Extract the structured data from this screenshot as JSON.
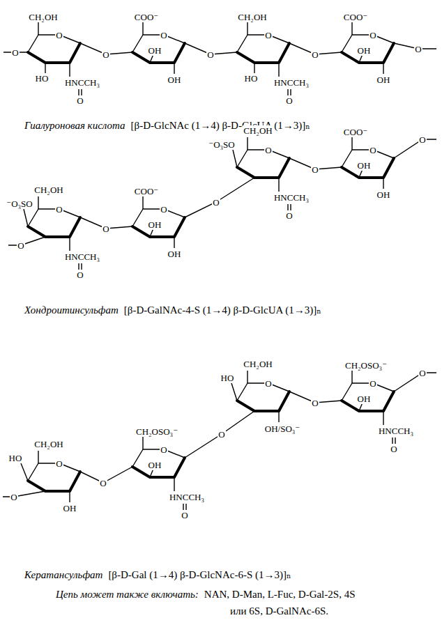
{
  "diagram": {
    "labels": [
      "CH₂OH",
      "O",
      "HO",
      "HNCCH₃",
      "O",
      "O",
      "O",
      "COO⁻",
      "O",
      "OH",
      "OH",
      "O",
      "CH₂OH",
      "O",
      "HO",
      "HNCCH₃",
      "O",
      "O",
      "COO⁻",
      "O",
      "OH",
      "OH",
      "O",
      "Гиалуроновая кислота",
      "[β-D-GlcNAc (1→4) β-D-GlcUA (1→3)]ₙ",
      "⁻O₃SO",
      "CH₂OH",
      "O",
      "O",
      "HNCCH₃",
      "O",
      "O",
      "COO⁻",
      "O",
      "OH",
      "OH",
      "O",
      "⁻O₃SO",
      "CH₂OH",
      "O",
      "HNCCH₃",
      "O",
      "O",
      "COO⁻",
      "O",
      "OH",
      "OH",
      "O",
      "Хондроитинсульфат",
      "[β-D-GalNAc-4-S (1→4) β-D-GlcUA (1→3)]ₙ",
      "HO",
      "CH₂OH",
      "O",
      "O",
      "OH",
      "O",
      "CH₂OSO₃⁻",
      "O",
      "OH",
      "HNCCH₃",
      "O",
      "O",
      "HO",
      "CH₂OH",
      "O",
      "OH/SO₃⁻",
      "O",
      "CH₂OSO₃⁻",
      "O",
      "OH",
      "HNCCH₃",
      "O",
      "O",
      "Кератансульфат",
      "[β-D-Gal (1→4) β-D-GlcNAc-6-S (1→3)]ₙ",
      "Цепь может также включать:",
      "NAN, D-Man, L-Fuc, D-Gal-2S, 4S",
      "или 6S, D-GalNAc-6S."
    ]
  }
}
